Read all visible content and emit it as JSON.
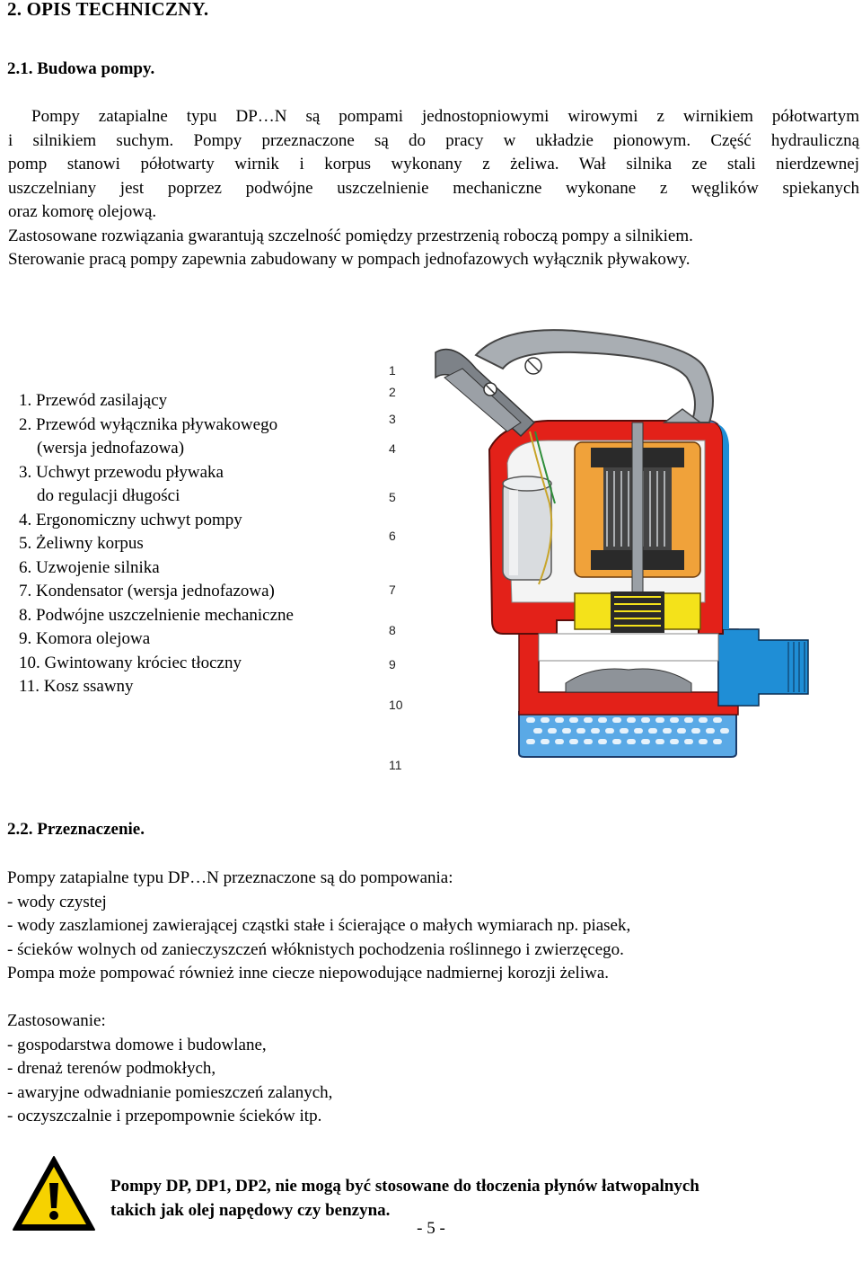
{
  "section_title": "2. OPIS TECHNICZNY.",
  "sub1_title": "2.1. Budowa pompy.",
  "intro_lines": [
    "Pompy zatapialne typu DP…N są pompami jednostopniowymi wirowymi z wirnikiem półotwartym",
    "i silnikiem suchym. Pompy przeznaczone są do pracy w układzie pionowym. Część hydrauliczną",
    "pomp stanowi półotwarty wirnik i korpus wykonany z żeliwa. Wał silnika ze stali nierdzewnej",
    "uszczelniany jest poprzez podwójne uszczelnienie mechaniczne wykonane z węglików spiekanych",
    "oraz komorę olejową.",
    "Zastosowane rozwiązania gwarantują szczelność pomiędzy przestrzenią roboczą pompy a silnikiem.",
    "Sterowanie pracą pompy zapewnia zabudowany w pompach jednofazowych wyłącznik pływakowy."
  ],
  "parts": [
    "1. Przewód zasilający",
    "2. Przewód wyłącznika pływakowego",
    "(wersja jednofazowa)",
    "3. Uchwyt przewodu pływaka",
    "do regulacji długości",
    "4. Ergonomiczny uchwyt pompy",
    "5. Żeliwny korpus",
    "6. Uzwojenie silnika",
    "7. Kondensator (wersja jednofazowa)",
    "8. Podwójne uszczelnienie mechaniczne",
    "9. Komora olejowa",
    "10. Gwintowany króciec tłoczny",
    "11. Kosz ssawny"
  ],
  "callouts": [
    "1",
    "2",
    "3",
    "4",
    "5",
    "6",
    "7",
    "8",
    "9",
    "10",
    "11"
  ],
  "sub2_title": "2.2. Przeznaczenie.",
  "purpose": {
    "intro": "Pompy zatapialne typu DP…N przeznaczone są do pompowania:",
    "items": [
      "- wody czystej",
      "- wody zaszlamionej zawierającej cząstki stałe i ścierające o małych wymiarach np. piasek,",
      "- ścieków wolnych od zanieczyszczeń włóknistych pochodzenia roślinnego i zwierzęcego."
    ],
    "note": "Pompa może pompować również inne ciecze niepowodujące nadmiernej korozji żeliwa."
  },
  "usage": {
    "title": "Zastosowanie:",
    "items": [
      "- gospodarstwa domowe i budowlane,",
      "- drenaż terenów podmokłych,",
      "- awaryjne odwadnianie pomieszczeń zalanych,",
      "- oczyszczalnie i przepompownie ścieków itp."
    ]
  },
  "warning": {
    "icon": "warning-triangle-icon",
    "line1": "Pompy DP, DP1, DP2, nie mogą być stosowane do tłoczenia płynów łatwopalnych",
    "line2": "takich jak olej napędowy czy benzyna."
  },
  "page_number": "- 5 -",
  "colors": {
    "casing_red": "#e32119",
    "motor_orange": "#f0a23a",
    "seal_yellow": "#f4e21a",
    "discharge_blue": "#1f8ed6",
    "strainer_blue": "#5aa9e6",
    "handle_gray": "#a9aeb3"
  }
}
